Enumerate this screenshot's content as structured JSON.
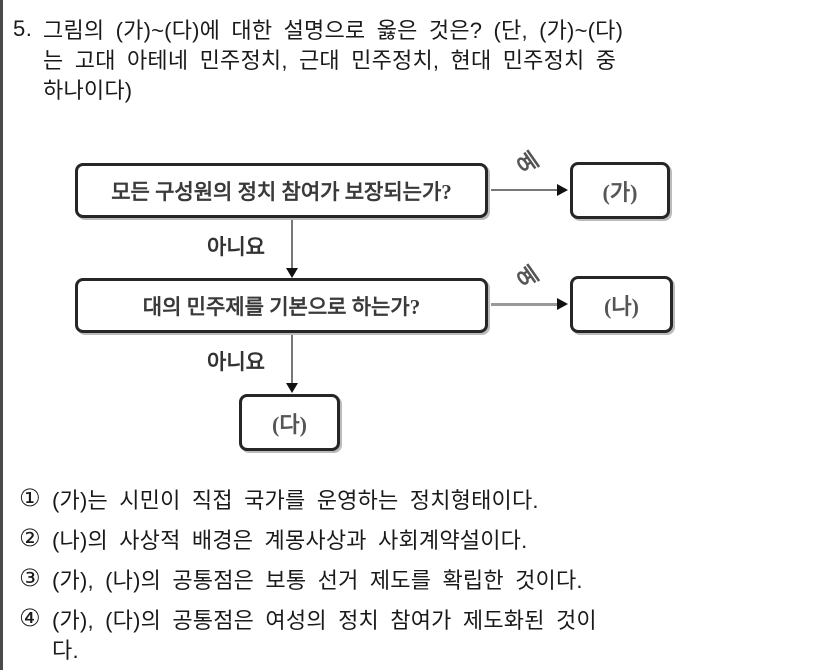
{
  "question": {
    "number": "5.",
    "lines": [
      "그림의 (가)~(다)에 대한 설명으로 옳은 것은? (단, (가)~(다)",
      "는 고대 아테네 민주정치, 근대 민주정치, 현대 민주정치 중",
      "하나이다)"
    ]
  },
  "flowchart": {
    "question1": "모든 구성원의 정치 참여가 보장되는가?",
    "question2": "대의 민주제를 기본으로 하는가?",
    "yes_label": "예",
    "no_label": "아니요",
    "result_ga": "(가)",
    "result_na": "(나)",
    "result_da": "(다)"
  },
  "choices": [
    {
      "marker": "①",
      "text": "(가)는 시민이 직접 국가를 운영하는 정치형태이다."
    },
    {
      "marker": "②",
      "text": "(나)의 사상적 배경은 계몽사상과 사회계약설이다."
    },
    {
      "marker": "③",
      "text": "(가), (나)의 공통점은 보통 선거 제도를 확립한 것이다."
    },
    {
      "marker": "④",
      "text": "(가), (다)의 공통점은 여성의 정치 참여가 제도화된 것이\n다."
    }
  ],
  "colors": {
    "text": "#1a1a1a",
    "box_border": "#262626",
    "connector_line": "#777777",
    "left_rule": "#4a4a4a"
  }
}
